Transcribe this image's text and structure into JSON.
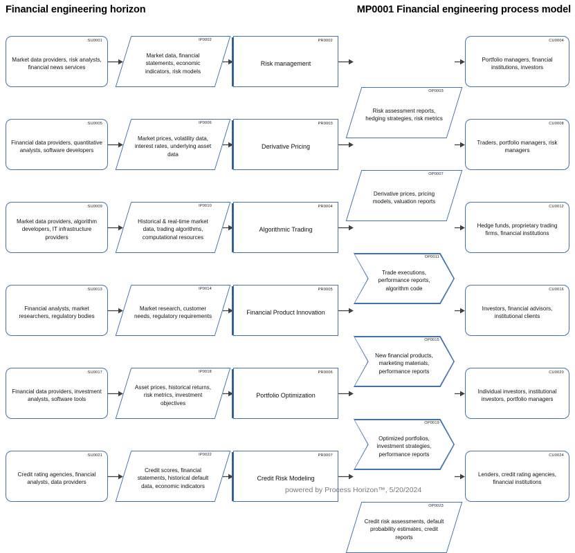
{
  "header": {
    "title_left": "Financial engineering horizon",
    "title_right": "MP0001 Financial engineering process model"
  },
  "footer": {
    "text": "powered by Process Horizon™, 5/20/2024"
  },
  "colors": {
    "shape_border": "#3f72b3",
    "shape_fill": "#ffffff",
    "arrow": "#404040",
    "text": "#111111",
    "footer_text": "#7a7a7a"
  },
  "column_kinds": [
    "supplier",
    "input",
    "process",
    "output",
    "customer"
  ],
  "rows": [
    {
      "supplier": {
        "code": "SU0001",
        "text": "Market data providers, risk analysts, financial news services",
        "shape": "rounded-rect"
      },
      "input": {
        "code": "IP0002",
        "text": "Market data, financial statements, economic indicators, risk models",
        "shape": "parallelogram"
      },
      "process": {
        "code": "PR0002",
        "text": "Risk management",
        "shape": "rectangle"
      },
      "output": {
        "code": "OP0003",
        "text": "Risk assessment reports, hedging strategies, risk metrics",
        "shape": "parallelogram"
      },
      "customer": {
        "code": "CU0004",
        "text": "Portfolio managers, financial institutions, investors",
        "shape": "rounded-rect"
      }
    },
    {
      "supplier": {
        "code": "SU0005",
        "text": "Financial data providers, quantitative analysts, software developers",
        "shape": "rounded-rect"
      },
      "input": {
        "code": "IP0006",
        "text": "Market prices, volatility data, interest rates, underlying asset data",
        "shape": "parallelogram"
      },
      "process": {
        "code": "PR0003",
        "text": "Derivative Pricing",
        "shape": "rectangle"
      },
      "output": {
        "code": "OP0007",
        "text": "Derivative prices, pricing models, valuation reports",
        "shape": "parallelogram"
      },
      "customer": {
        "code": "CU0008",
        "text": "Traders, portfolio managers, risk managers",
        "shape": "rounded-rect"
      }
    },
    {
      "supplier": {
        "code": "SU0009",
        "text": "Market data providers, algorithm developers, IT infrastructure providers",
        "shape": "rounded-rect"
      },
      "input": {
        "code": "IP0010",
        "text": "Historical & real-time market data, trading algorithms, computational resources",
        "shape": "parallelogram"
      },
      "process": {
        "code": "PR0004",
        "text": "Algorithmic Trading",
        "shape": "rectangle"
      },
      "output": {
        "code": "OP0011",
        "text": "Trade executions, performance reports, algorithm code",
        "shape": "chevron"
      },
      "customer": {
        "code": "CU0012",
        "text": "Hedge funds, proprietary trading firms, financial institutions",
        "shape": "rounded-rect"
      }
    },
    {
      "supplier": {
        "code": "SU0013",
        "text": "Financial analysts, market researchers, regulatory bodies",
        "shape": "rounded-rect"
      },
      "input": {
        "code": "IP0014",
        "text": "Market research, customer needs, regulatory requirements",
        "shape": "parallelogram"
      },
      "process": {
        "code": "PR0005",
        "text": "Financial Product Innovation",
        "shape": "rectangle"
      },
      "output": {
        "code": "OP0015",
        "text": "New financial products, marketing materials, performance reports",
        "shape": "chevron"
      },
      "customer": {
        "code": "CU0016",
        "text": "Investors, financial advisors, institutional clients",
        "shape": "rounded-rect"
      }
    },
    {
      "supplier": {
        "code": "SU0017",
        "text": "Financial data providers, investment analysts, software tools",
        "shape": "rounded-rect"
      },
      "input": {
        "code": "IP0018",
        "text": "Asset prices, historical returns, risk metrics, investment objectives",
        "shape": "parallelogram"
      },
      "process": {
        "code": "PR0006",
        "text": "Portfolio Optimization",
        "shape": "rectangle"
      },
      "output": {
        "code": "OP0019",
        "text": "Optimized portfolios, investment strategies, performance reports",
        "shape": "chevron"
      },
      "customer": {
        "code": "CU0020",
        "text": "Individual investors, institutional investors, portfolio managers",
        "shape": "rounded-rect"
      }
    },
    {
      "supplier": {
        "code": "SU0021",
        "text": "Credit rating agencies, financial analysts, data providers",
        "shape": "rounded-rect"
      },
      "input": {
        "code": "IP0022",
        "text": "Credit scores, financial statements, historical default data, economic indicators",
        "shape": "parallelogram"
      },
      "process": {
        "code": "PR0007",
        "text": "Credit Risk Modeling",
        "shape": "rectangle"
      },
      "output": {
        "code": "OP0023",
        "text": "Credit risk assessments, default probability estimates, credit reports",
        "shape": "parallelogram"
      },
      "customer": {
        "code": "CU0024",
        "text": "Lenders, credit rating agencies, financial institutions",
        "shape": "rounded-rect"
      }
    }
  ]
}
